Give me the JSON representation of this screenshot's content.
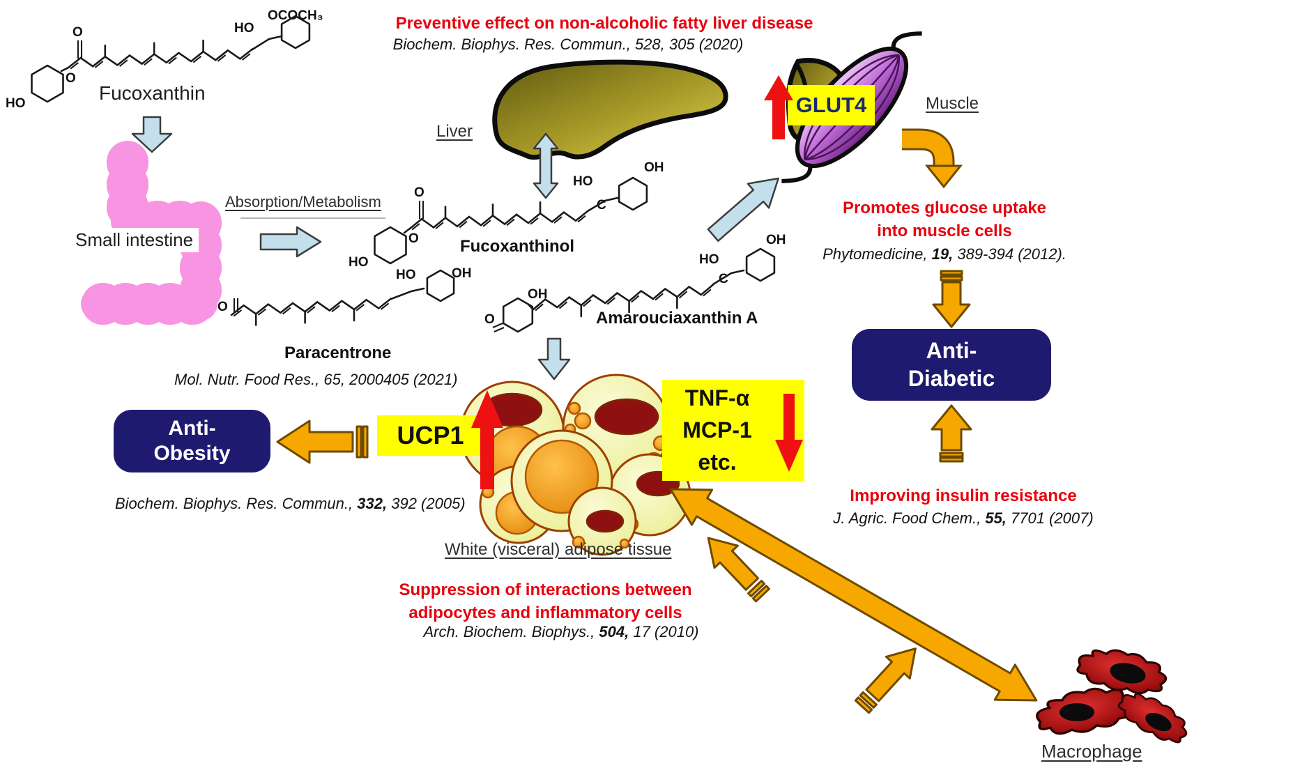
{
  "compounds": {
    "fucoxanthin": "Fucoxanthin",
    "fucoxanthinol": "Fucoxanthinol",
    "paracentrone": "Paracentrone",
    "amarouciaxanthin": "Amarouciaxanthin A"
  },
  "organs": {
    "small_intestine": "Small intestine",
    "liver": "Liver",
    "muscle": "Muscle",
    "adipose": "White (visceral) adipose tissue",
    "macrophage": "Macrophage"
  },
  "process": {
    "absorption": "Absorption/Metabolism"
  },
  "markers": {
    "glut4": "GLUT4",
    "ucp1": "UCP1",
    "tnf": [
      "TNF-α",
      "MCP-1",
      "etc."
    ]
  },
  "outcomes": {
    "anti_obesity": [
      "Anti-",
      "Obesity"
    ],
    "anti_diabetic": [
      "Anti-",
      "Diabetic"
    ]
  },
  "effects": {
    "liver_effect": "Preventive effect on non-alcoholic fatty liver disease",
    "glucose_uptake": [
      "Promotes glucose uptake",
      "into muscle cells"
    ],
    "insulin": "Improving insulin resistance",
    "suppression": [
      "Suppression of interactions between",
      "adipocytes and inflammatory cells"
    ]
  },
  "citations": {
    "nafld": {
      "journal": "Biochem. Biophys. Res. Commun.,",
      "vol": "528,",
      "tail": "305 (2020)"
    },
    "glucose": {
      "journal": "Phytomedicine,",
      "vol": "19,",
      "tail": "389-394 (2012)."
    },
    "obesity": {
      "journal": "Biochem. Biophys. Res. Commun.,",
      "vol": "332,",
      "tail": "392 (2005)"
    },
    "paracentrone": {
      "journal": "Mol. Nutr. Food Res.,",
      "vol": "65,",
      "tail": "2000405 (2021)"
    },
    "insulin": {
      "journal": "J. Agric. Food Chem.,",
      "vol": "55,",
      "tail": "7701 (2007)"
    },
    "suppression": {
      "journal": "Arch. Biochem. Biophys.,",
      "vol": "504,",
      "tail": "17 (2010)"
    }
  },
  "atoms": {
    "ho": "HO",
    "oh": "OH",
    "o": "O",
    "c": "C",
    "ococh3": "OCOCH₃"
  },
  "colors": {
    "accent_red": "#e8000d",
    "navy_box": "#1e1a70",
    "yellow_box": "#ffff00",
    "orange_arrow": "#f6a800",
    "light_blue_arrow": "#c3dfeb",
    "intestine_pink": "#f895e2"
  }
}
